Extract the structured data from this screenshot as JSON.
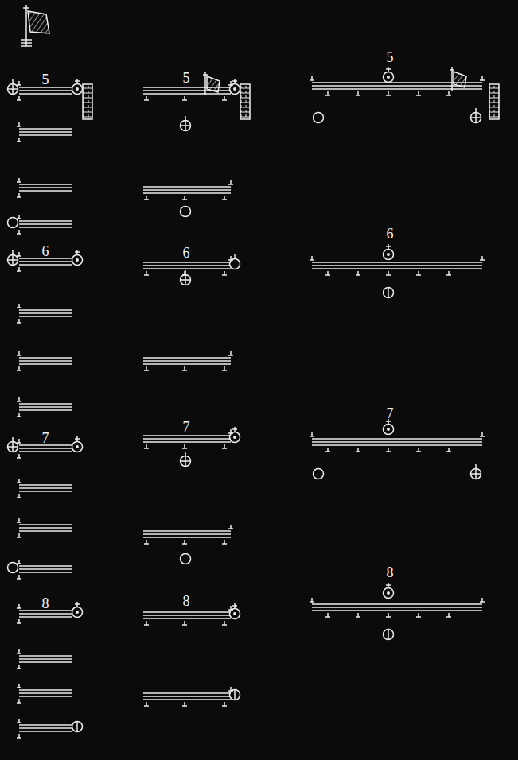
{
  "diagram": {
    "labels": [
      "5",
      "5",
      "5",
      "6",
      "6",
      "6",
      "7",
      "7",
      "7",
      "8",
      "8",
      "8"
    ]
  }
}
